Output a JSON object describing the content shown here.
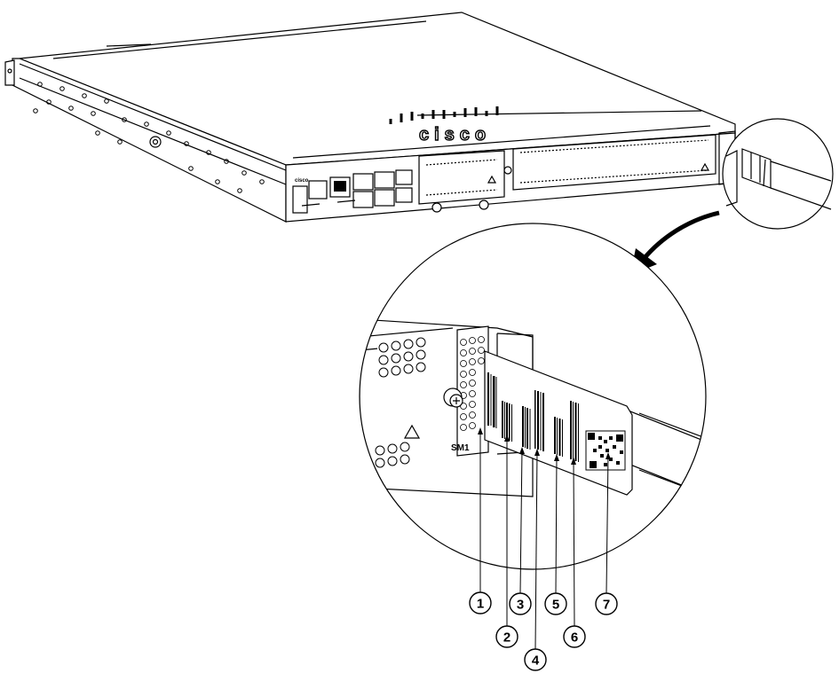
{
  "diagram": {
    "chassis_logo": "cisco",
    "slot_label": "SM1",
    "callouts": [
      {
        "number": "1"
      },
      {
        "number": "2"
      },
      {
        "number": "3"
      },
      {
        "number": "4"
      },
      {
        "number": "5"
      },
      {
        "number": "6"
      },
      {
        "number": "7"
      }
    ]
  }
}
